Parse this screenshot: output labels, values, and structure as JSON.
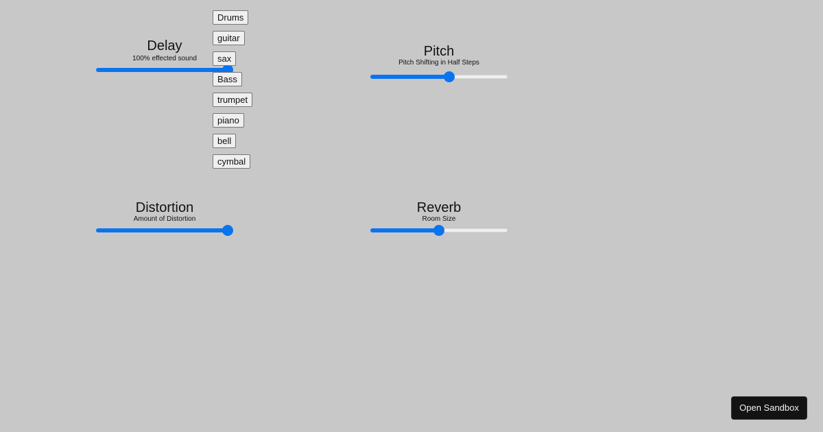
{
  "effects": {
    "delay": {
      "title": "Delay",
      "subtitle": "100% effected sound",
      "value_percent": 100
    },
    "pitch": {
      "title": "Pitch",
      "subtitle": "Pitch Shifting in Half Steps",
      "value_percent": 58
    },
    "distortion": {
      "title": "Distortion",
      "subtitle": "Amount of Distortion",
      "value_percent": 100
    },
    "reverb": {
      "title": "Reverb",
      "subtitle": "Room Size",
      "value_percent": 50
    }
  },
  "instruments": [
    {
      "label": "Drums"
    },
    {
      "label": "guitar"
    },
    {
      "label": "sax"
    },
    {
      "label": "Bass"
    },
    {
      "label": "trumpet"
    },
    {
      "label": "piano"
    },
    {
      "label": "bell"
    },
    {
      "label": "cymbal"
    }
  ],
  "sandbox": {
    "label": "Open Sandbox"
  },
  "colors": {
    "background": "#c8c8c8",
    "accent": "#0a74f0",
    "track": "#efefef",
    "sandbox_bg": "#131313"
  }
}
